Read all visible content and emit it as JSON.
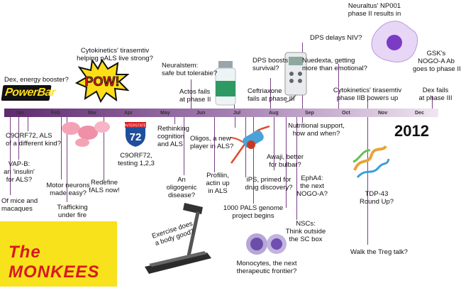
{
  "year": "2012",
  "months": [
    "Jan",
    "Feb",
    "Mar",
    "Apr",
    "May",
    "Jun",
    "Jul",
    "Aug",
    "Sep",
    "Oct",
    "Nov",
    "Dec"
  ],
  "images": {
    "powerbar": "PowerBar",
    "pow": "POW!",
    "interstate_top": "INTERSTATE",
    "interstate_number": "72",
    "monkees": "The MONKEES"
  },
  "colors": {
    "timeline": "#7b3f86",
    "timeline_light": "#c8a9cf",
    "powerbar_red": "#d71920",
    "pow_yellow": "#ffde17",
    "monkees_bg": "#f7e21b",
    "cell_purple": "#9b6fd0"
  },
  "labels": {
    "above": {
      "dex_energy": "Dex, energy booster?",
      "cytokinetics_1": "Cytokinetics' tirasemtiv",
      "cytokinetics_2": "helping pALS live strong?",
      "neuralstem_1": "Neuralstem:",
      "neuralstem_2": "safe but tolerabie?",
      "actos_1": "Actos fails",
      "actos_2": "at phase II",
      "ceftriaxone_1": "Ceftriaxone",
      "ceftriaxone_2": "fails at phase III",
      "dps_survival_1": "DPS boosts",
      "dps_survival_2": "survival?",
      "dps_niv": "DPS delays NIV?",
      "nuedexta_1": "Nuedexta, getting",
      "nuedexta_2": "more than emotional?",
      "np001_1": "Neuraltus' NP001",
      "np001_2": "phase II results in",
      "gsk_1": "GSK's",
      "gsk_2": "NOGO-A Ab",
      "gsk_3": "goes to phase II",
      "tira_iib_1": "Cytokinetics' tirasemtiv",
      "tira_iib_2": "phase IIB powers up",
      "dex_fails_1": "Dex fails",
      "dex_fails_2": "at phase III"
    },
    "below": {
      "c9_diff_1": "C9ORF72, ALS",
      "c9_diff_2": "of a different kind?",
      "vapb_1": "VAP-B:",
      "vapb_2": "an 'insulin'",
      "vapb_3": "for  ALS?",
      "mice_1": "Of mice and",
      "mice_2": "macaques",
      "motor_1": "Motor neurons",
      "motor_2": "made easy?",
      "trafficking_1": "Trafficking",
      "trafficking_2": "under fire",
      "redefine_1": "Redefine",
      "redefine_2": "fALS now!",
      "c9_test_1": "C9ORF72,",
      "c9_test_2": "testing 1,2,3",
      "rethinking_1": "Rethinking",
      "rethinking_2": "cognition",
      "rethinking_3": "and ALS",
      "oligogenic_1": "An",
      "oligogenic_2": "oligogenic",
      "oligogenic_3": "disease?",
      "oligos_1": "Oligos, a new",
      "oligos_2": "player in ALS?",
      "profilin_1": "Profilin,",
      "profilin_2": "actin up",
      "profilin_3": "in ALS",
      "nutrition_1": "Nutritional support,",
      "nutrition_2": "how and when?",
      "awaji_1": "Awaji, better",
      "awaji_2": "for bulbar?",
      "ips_1": "iPS, primed for",
      "ips_2": "drug discovery?",
      "epha4_1": "EphA4:",
      "epha4_2": "the next",
      "epha4_3": "NOGO-A?",
      "pals_1": "1000 PALS genome",
      "pals_2": "project begins",
      "nscs_1": "NSCs:",
      "nscs_2": "Think outside",
      "nscs_3": "the SC box",
      "exercise_1": "Exercise does",
      "exercise_2": "a body good?",
      "monocytes_1": "Monocytes, the next",
      "monocytes_2": "therapeutic frontier?",
      "tdp43_1": "TDP-43",
      "tdp43_2": "Round Up?",
      "treg": "Walk the Treg talk?"
    }
  }
}
